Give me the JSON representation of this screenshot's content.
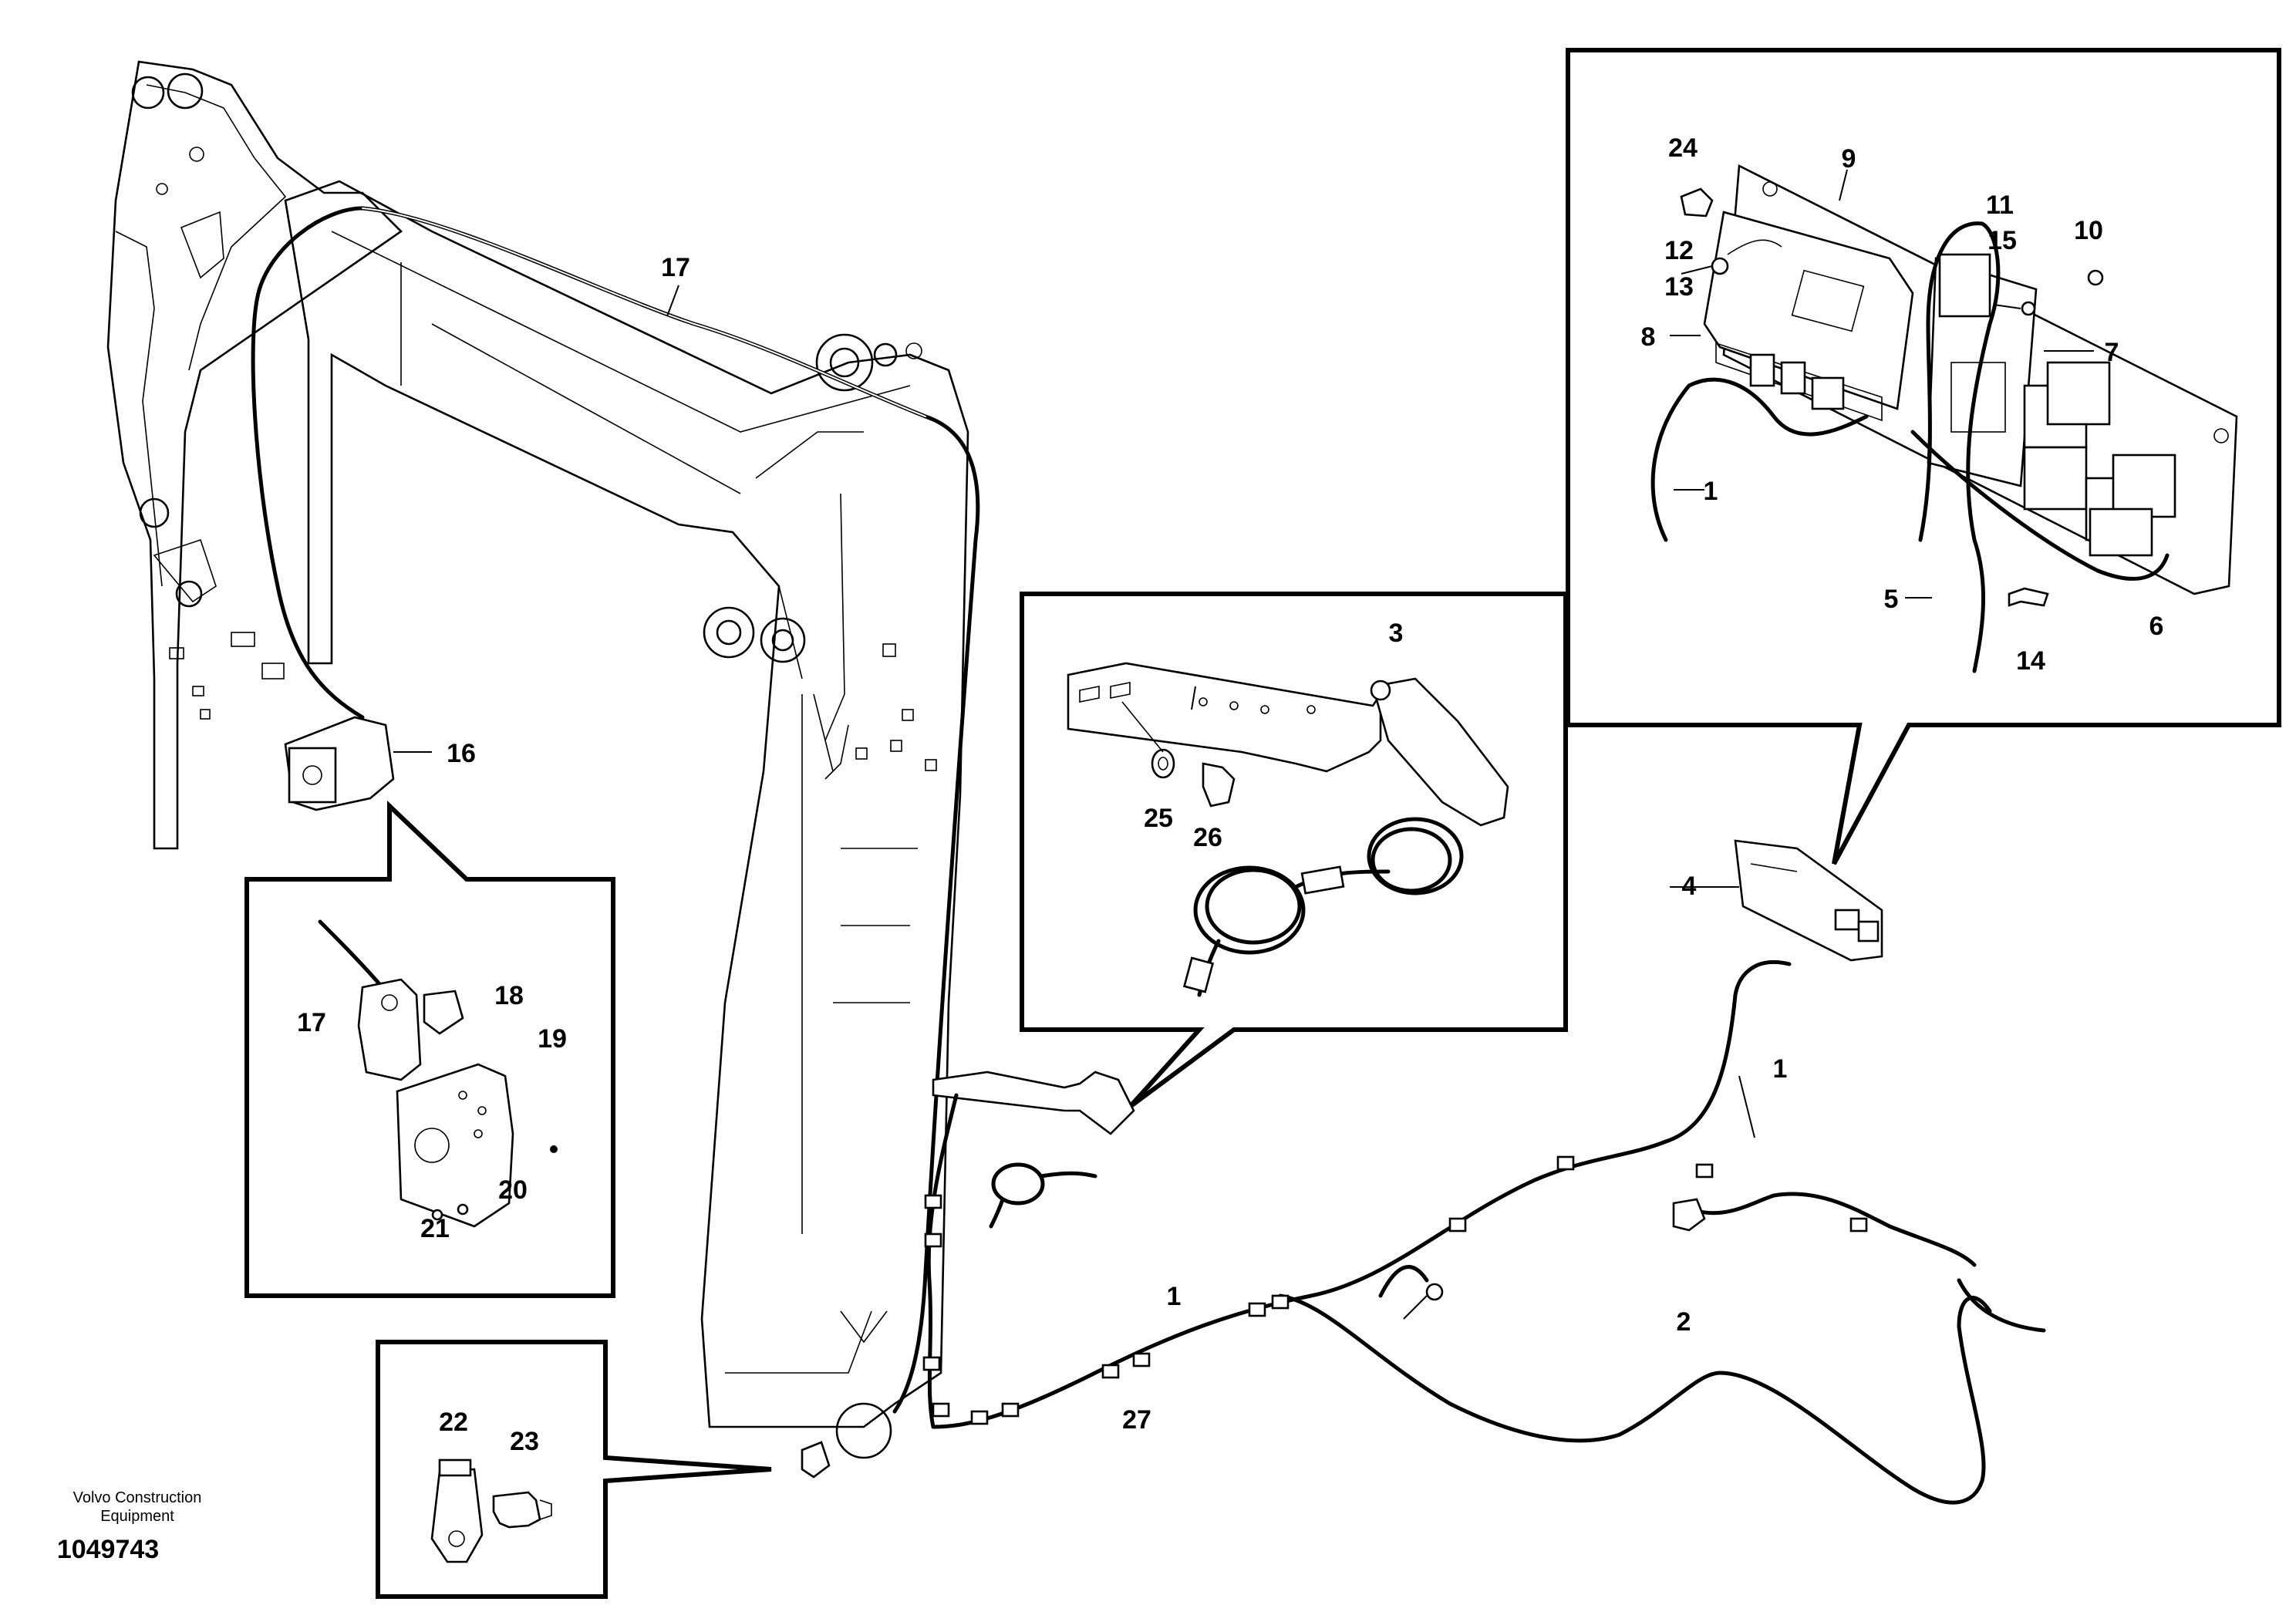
{
  "diagram": {
    "callouts": {
      "c1a": "1",
      "c1b": "1",
      "c1c": "1",
      "c2": "2",
      "c3": "3",
      "c4": "4",
      "c5": "5",
      "c6": "6",
      "c7": "7",
      "c8": "8",
      "c9": "9",
      "c10": "10",
      "c11": "11",
      "c12": "12",
      "c13": "13",
      "c14": "14",
      "c15": "15",
      "c16": "16",
      "c17a": "17",
      "c17b": "17",
      "c18": "18",
      "c19": "19",
      "c20": "20",
      "c21": "21",
      "c22": "22",
      "c23": "23",
      "c24": "24",
      "c25": "25",
      "c26": "26",
      "c27": "27"
    },
    "footer": {
      "brand_line1": "Volvo Construction",
      "brand_line2": "Equipment",
      "drawing_number": "1049743"
    }
  }
}
